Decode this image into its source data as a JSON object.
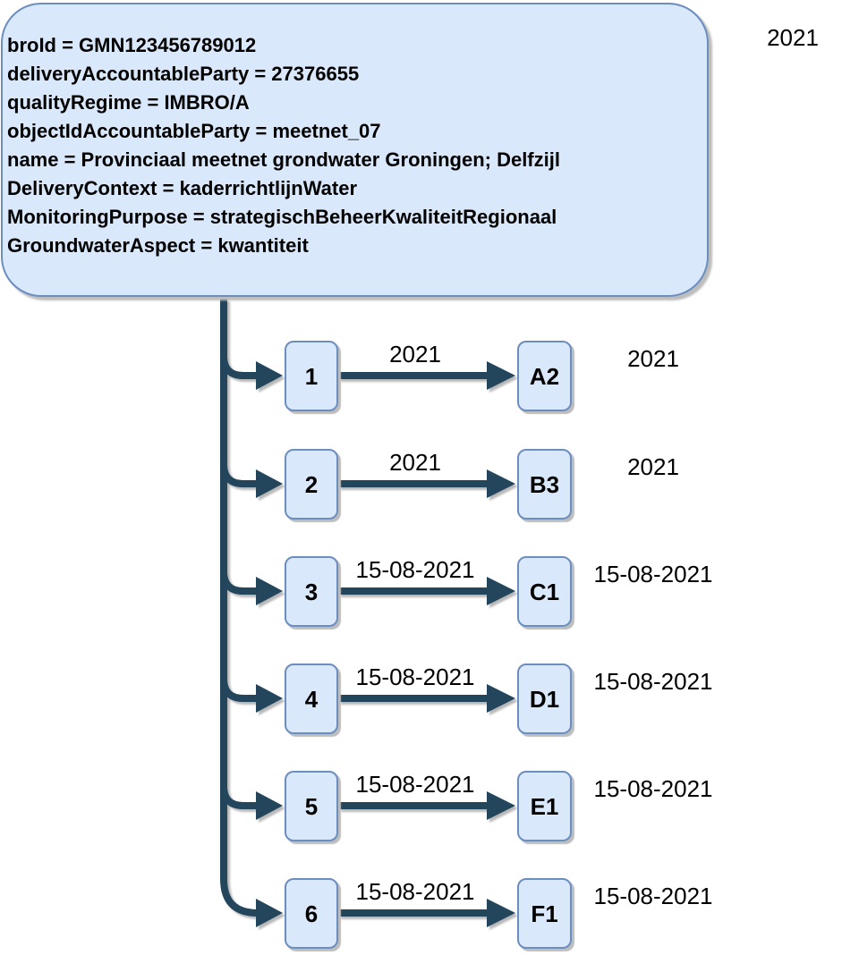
{
  "diagram": {
    "gmn_box": {
      "attributes": [
        "broId = GMN123456789012",
        "deliveryAccountableParty = 27376655",
        "qualityRegime = IMBRO/A",
        "objectIdAccountableParty = meetnet_07",
        "name = Provinciaal meetnet grondwater Groningen; Delfzijl",
        "DeliveryContext = kaderrichtlijnWater",
        "MonitoringPurpose = strategischBeheerKwaliteitRegionaal",
        "GroundwaterAspect = kwantiteit"
      ],
      "year_label": "2021"
    },
    "measuring_points": [
      {
        "point": "1",
        "tube": "A2",
        "edge_label": "2021",
        "right_label": "2021"
      },
      {
        "point": "2",
        "tube": "B3",
        "edge_label": "2021",
        "right_label": "2021"
      },
      {
        "point": "3",
        "tube": "C1",
        "edge_label": "15-08-2021",
        "right_label": "15-08-2021"
      },
      {
        "point": "4",
        "tube": "D1",
        "edge_label": "15-08-2021",
        "right_label": "15-08-2021"
      },
      {
        "point": "5",
        "tube": "E1",
        "edge_label": "15-08-2021",
        "right_label": "15-08-2021"
      },
      {
        "point": "6",
        "tube": "F1",
        "edge_label": "15-08-2021",
        "right_label": "15-08-2021"
      }
    ],
    "colors": {
      "node_fill": "#dae8fc",
      "node_stroke": "#6c8ebf",
      "connector": "#23465c",
      "text": "#000000",
      "background": "#ffffff"
    }
  }
}
